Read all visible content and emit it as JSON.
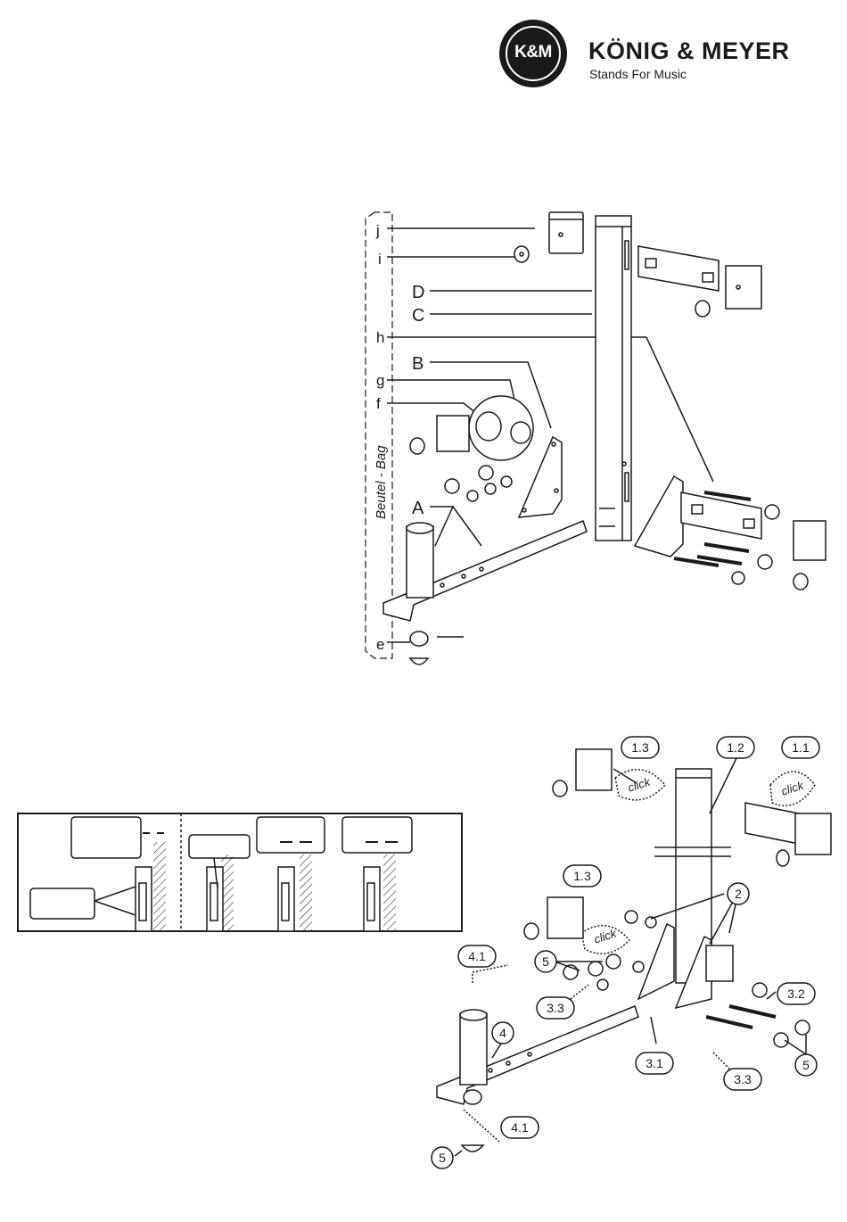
{
  "header": {
    "logo_mark": "K&M",
    "brand_name": "KÖNIG & MEYER",
    "tagline": "Stands For Music"
  },
  "parts_diagram": {
    "bag_label": "Beutel - Bag",
    "letters": {
      "j": "j",
      "i": "i",
      "D": "D",
      "C": "C",
      "h": "h",
      "B": "B",
      "g": "g",
      "f": "f",
      "A": "A",
      "e": "e"
    }
  },
  "assembly_diagram": {
    "callouts": {
      "c1_3a": "1.3",
      "c1_2": "1.2",
      "c1_1": "1.1",
      "c1_3b": "1.3",
      "c2": "2",
      "c5a": "5",
      "c4_1a": "4.1",
      "c3_3a": "3.3",
      "c3_2": "3.2",
      "c4": "4",
      "c3_1": "3.1",
      "c5b": "5",
      "c3_3b": "3.3",
      "c4_1b": "4.1",
      "c5c": "5"
    },
    "click_label": "click"
  }
}
